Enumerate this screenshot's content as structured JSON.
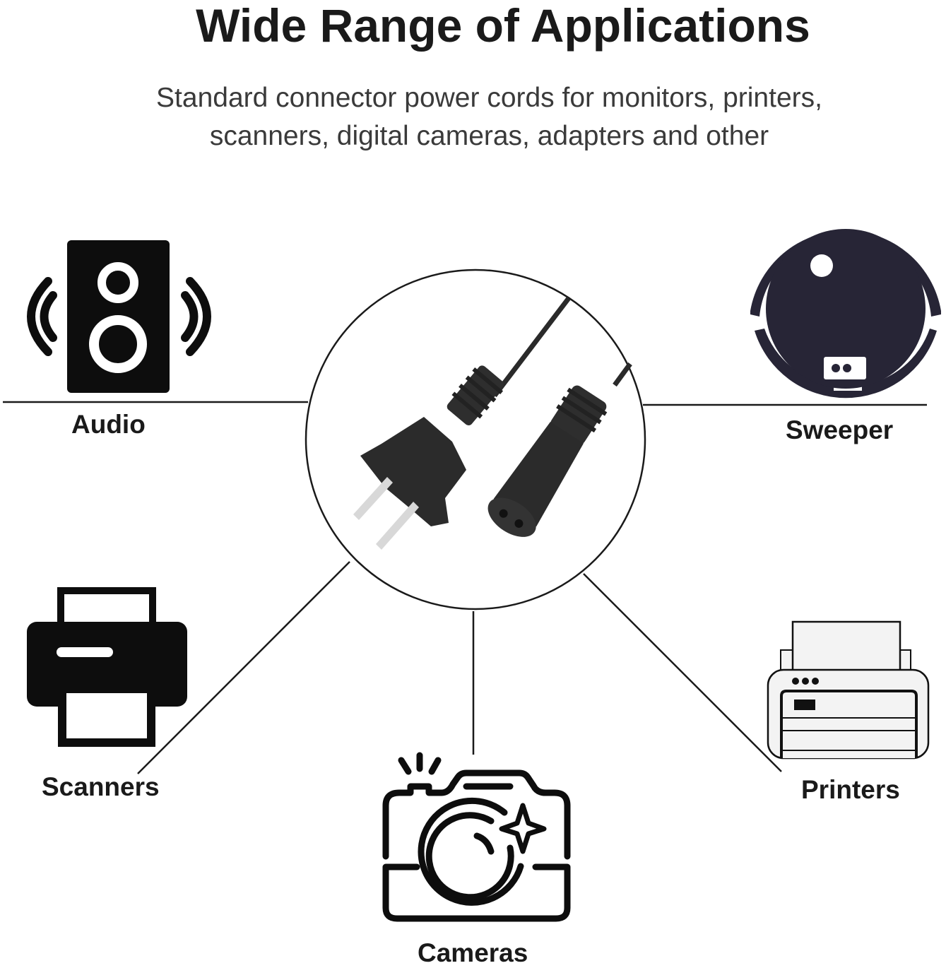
{
  "header": {
    "title": "Wide Range of Applications",
    "subtitle_line1": "Standard connector power cords for monitors, printers,",
    "subtitle_line2": "scanners, digital cameras, adapters and other"
  },
  "center": {
    "image": "power-cord-2-prong-figure8-icon"
  },
  "applications": [
    {
      "label": "Audio",
      "icon": "speaker-icon"
    },
    {
      "label": "Sweeper",
      "icon": "robot-vacuum-icon"
    },
    {
      "label": "Scanners",
      "icon": "scanner-icon"
    },
    {
      "label": "Cameras",
      "icon": "camera-icon"
    },
    {
      "label": "Printers",
      "icon": "printer-icon"
    }
  ],
  "colors": {
    "text": "#1a1a1a",
    "subtitle": "#3a3a3a",
    "sweeper": "#272536",
    "line": "#1a1a1a"
  }
}
